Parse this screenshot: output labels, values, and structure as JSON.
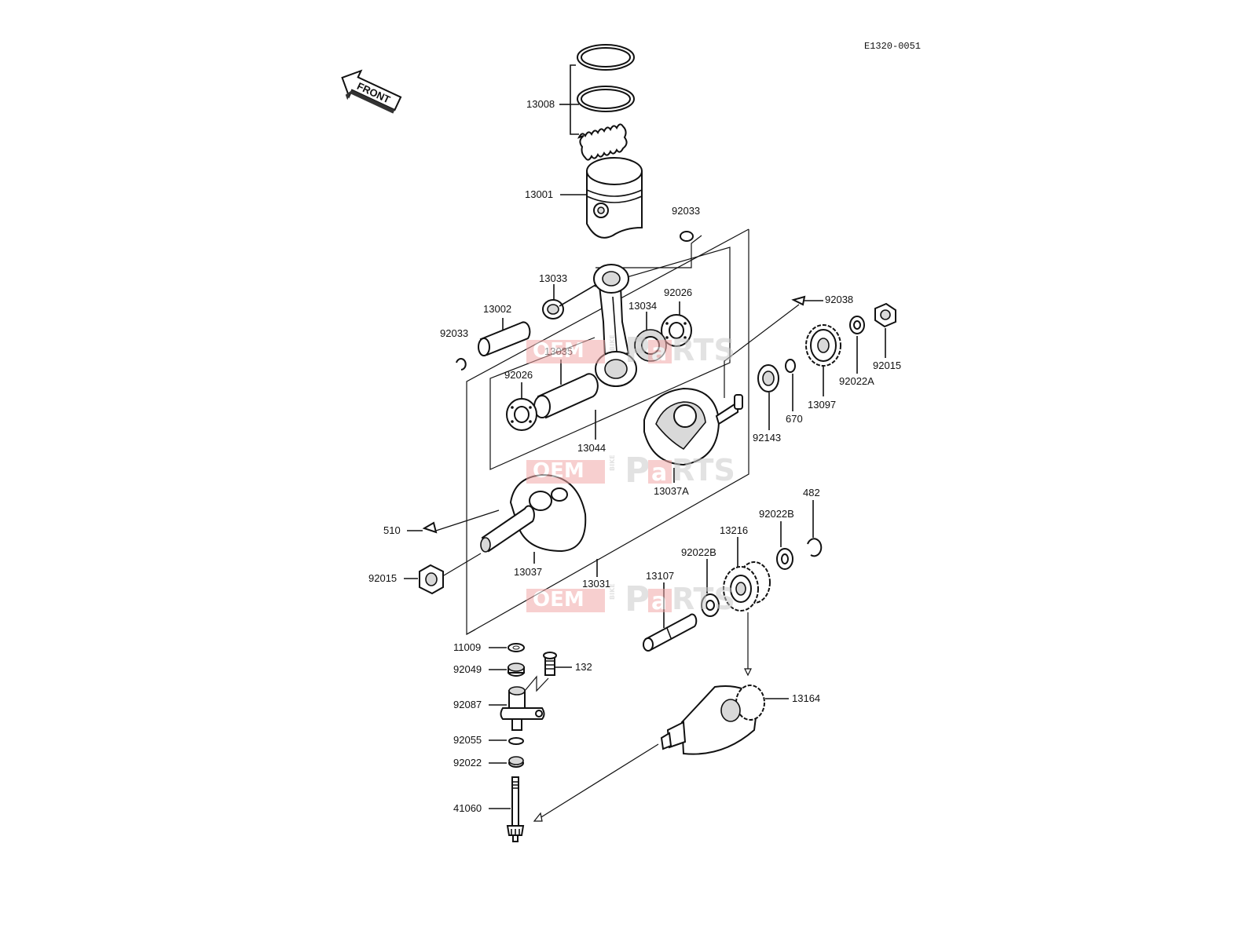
{
  "diagram_code": "E1320-0051",
  "front_label": "FRONT",
  "watermark": {
    "oem": "OEM",
    "bike": "BIKE",
    "parts_pre": "P",
    "parts_a": "a",
    "parts_post": "RTS"
  },
  "parts": {
    "13008": "13008",
    "13001": "13001",
    "92033_top": "92033",
    "13033": "13033",
    "92026_top": "92026",
    "13002": "13002",
    "13034": "13034",
    "92033_left": "92033",
    "13035": "13035",
    "92038": "92038",
    "92015_top": "92015",
    "92022A": "92022A",
    "92026_left": "92026",
    "13097": "13097",
    "670": "670",
    "92143": "92143",
    "13044": "13044",
    "13037A": "13037A",
    "482": "482",
    "92022B_top": "92022B",
    "510": "510",
    "13216": "13216",
    "92022B_mid": "92022B",
    "92015_left": "92015",
    "13037": "13037",
    "13031": "13031",
    "13107": "13107",
    "11009": "11009",
    "92049": "92049",
    "132": "132",
    "92087": "92087",
    "13164": "13164",
    "92055": "92055",
    "92022": "92022",
    "41060": "41060"
  },
  "colors": {
    "watermark": "#f2a8a8",
    "watermark_gray": "#cccccc",
    "line": "#111111"
  }
}
